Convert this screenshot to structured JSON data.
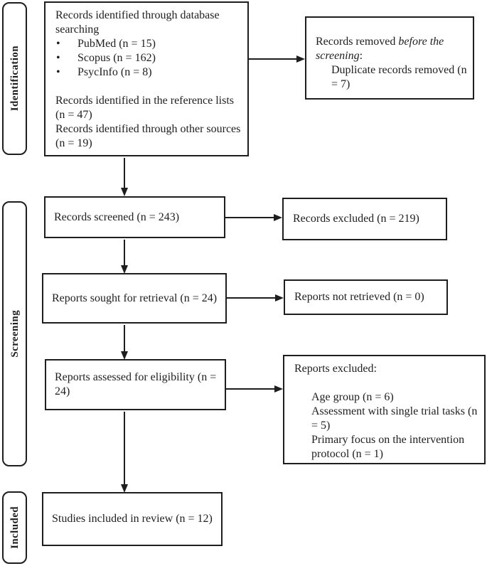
{
  "stages": {
    "identification": "Identification",
    "screening": "Screening",
    "included": "Included"
  },
  "boxes": {
    "identified": {
      "intro": "Records identified through database searching",
      "bullets": [
        "PubMed (n = 15)",
        "Scopus (n = 162)",
        "PsycInfo (n = 8)"
      ],
      "extra": [
        "Records identified in the reference lists (n = 47)",
        "Records identified through other sources (n = 19)"
      ]
    },
    "removed_before_screening": {
      "prefix": "Records removed ",
      "italic": "before the screening",
      "suffix": ":",
      "detail": "Duplicate records removed (n = 7)"
    },
    "screened": {
      "text": "Records screened (n = 243)"
    },
    "records_excluded": {
      "text": "Records excluded (n = 219)"
    },
    "sought": {
      "text": "Reports sought for retrieval (n = 24)"
    },
    "not_retrieved": {
      "text": "Reports not retrieved (n = 0)"
    },
    "assessed": {
      "text": "Reports assessed for eligibility (n = 24)"
    },
    "reports_excluded": {
      "title": "Reports excluded:",
      "reasons": [
        "Age group (n = 6)",
        "Assessment with single trial tasks (n = 5)",
        "Primary focus on the intervention protocol (n = 1)"
      ]
    },
    "included_studies": {
      "text": "Studies included in review (n = 12)"
    }
  },
  "colors": {
    "ink": "#1e1e1e",
    "background": "#ffffff"
  }
}
